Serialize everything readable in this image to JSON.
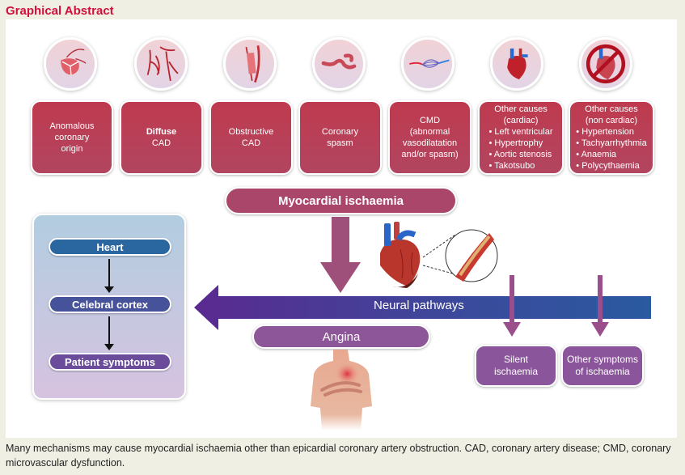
{
  "title": "Graphical Abstract",
  "causes": [
    {
      "icon": "anomalous-origin-icon",
      "lines": [
        "Anomalous",
        "coronary",
        "origin"
      ]
    },
    {
      "icon": "diffuse-cad-icon",
      "lines": [
        "Diffuse",
        "CAD"
      ]
    },
    {
      "icon": "obstructive-cad-icon",
      "lines": [
        "Obstructive",
        "CAD"
      ]
    },
    {
      "icon": "coronary-spasm-icon",
      "lines": [
        "Coronary",
        "spasm"
      ]
    },
    {
      "icon": "microvasculature-icon",
      "lines": [
        "CMD",
        "(abnormal",
        "vasodilatation",
        "and/or spasm)"
      ]
    },
    {
      "icon": "heart-icon",
      "heading": [
        "Other causes",
        "(cardiac)"
      ],
      "bullets": [
        "Left ventricular",
        "Hypertrophy",
        "Aortic stenosis",
        "Takotsubo"
      ]
    },
    {
      "icon": "no-heart-icon",
      "heading": [
        "Other causes",
        "(non cardiac)"
      ],
      "bullets": [
        "Hypertension",
        "Tachyarrhythmia",
        "Anaemia",
        "Polycythaemia"
      ]
    }
  ],
  "center": {
    "myocardial_ischaemia": "Myocardial ischaemia",
    "neural_pathways": "Neural pathways",
    "angina": "Angina"
  },
  "pathway": {
    "heart": "Heart",
    "cortex": "Celebral cortex",
    "symptoms": "Patient symptoms"
  },
  "outcomes": {
    "silent": [
      "Silent",
      "ischaemia"
    ],
    "other": [
      "Other symptoms",
      "of ischaemia"
    ]
  },
  "caption": "Many mechanisms may cause myocardial ischaemia other than epicardial coronary artery obstruction. CAD, coronary artery disease; CMD, coronary microvascular dysfunction.",
  "colors": {
    "title": "#d0103a",
    "cause_box": "#b83f56",
    "myocardial": "#a9466a",
    "neural_left": "#5a2a90",
    "neural_right": "#2a5aa0",
    "angina": "#8c5698"
  }
}
